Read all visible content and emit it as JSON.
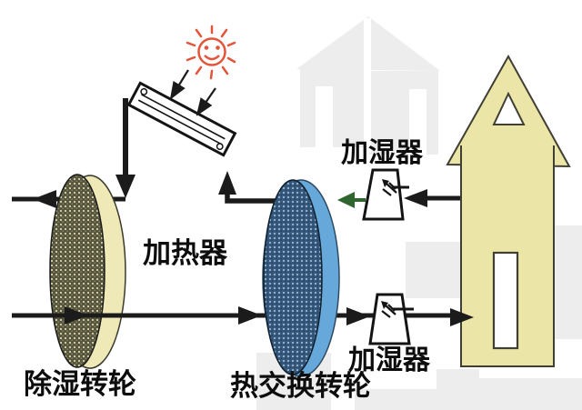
{
  "diagram": {
    "type": "schematic",
    "subject": "solar desiccant dehumidification air-conditioning system"
  },
  "labels": {
    "heater": "加热器",
    "humidifier_top": "加湿器",
    "humidifier_bottom": "加湿器",
    "desiccant_wheel": "除湿转轮",
    "heat_exchange_wheel": "热交换转轮"
  },
  "icons": {
    "sun": "smiling-sun-icon",
    "collector": "solar-collector-panel",
    "humidifier": "spray-nozzle-icon",
    "building": "house-outline"
  },
  "colors": {
    "line": "#1b1b1b",
    "green_arrow": "#2f662f",
    "sun": "#e2553a",
    "desiccant_rim": "#efe9b8",
    "desiccant_face": "#57573f",
    "desiccant_dot": "#cdc8a2",
    "exchange_rim": "#66a8da",
    "exchange_face": "#35587c",
    "exchange_dot": "#8fb0c9",
    "house_fill": "#ebe5a7",
    "house_stroke": "#3f3f33",
    "watermark": "#ededed"
  }
}
